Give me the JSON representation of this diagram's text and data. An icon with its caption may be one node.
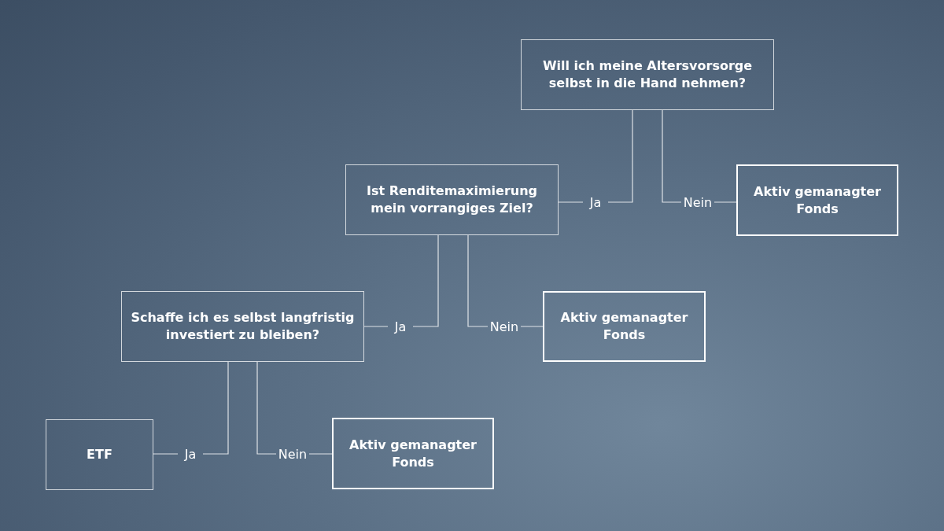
{
  "diagram": {
    "nodes": [
      {
        "text": [
          "Will ich meine Altersvorsorge selbst in die Hand nehmen?"
        ]
      },
      {
        "text": [
          "Ist Renditemaximierung mein vorrangiges Ziel?"
        ]
      },
      {
        "text": [
          "Aktiv gemanagter Fonds"
        ]
      },
      {
        "text": [
          "Schaffe ich es selbst langfristig investiert zu bleiben?"
        ]
      },
      {
        "text": [
          "Aktiv gemanagter Fonds"
        ]
      },
      {
        "text": [
          "ETF"
        ]
      },
      {
        "text": [
          "Aktiv gemanagter Fonds"
        ]
      }
    ],
    "edges": [
      {
        "from": 0,
        "to": 1,
        "arrow": "none",
        "label": "Ja"
      },
      {
        "from": 0,
        "to": 2,
        "arrow": "none",
        "label": "Nein"
      },
      {
        "from": 1,
        "to": 3,
        "arrow": "none",
        "label": "Ja"
      },
      {
        "from": 1,
        "to": 4,
        "arrow": "none",
        "label": "Nein"
      },
      {
        "from": 3,
        "to": 5,
        "arrow": "none",
        "label": "Ja"
      },
      {
        "from": 3,
        "to": 6,
        "arrow": "none",
        "label": "Nein"
      }
    ]
  }
}
